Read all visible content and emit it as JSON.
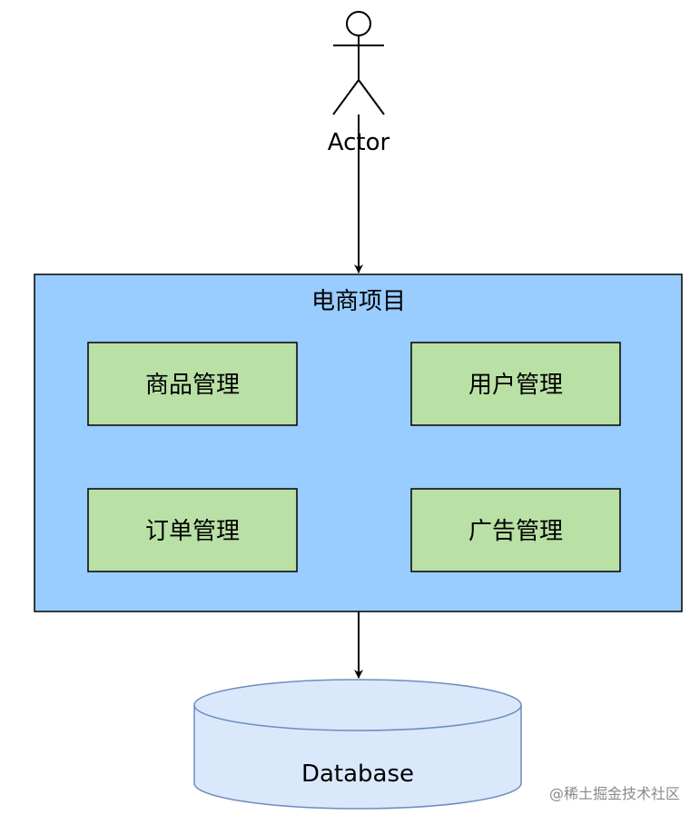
{
  "actor": {
    "label": "Actor"
  },
  "system": {
    "title": "电商项目",
    "modules": [
      {
        "label": "商品管理"
      },
      {
        "label": "用户管理"
      },
      {
        "label": "订单管理"
      },
      {
        "label": "广告管理"
      }
    ]
  },
  "database": {
    "label": "Database"
  },
  "watermark": "@稀土掘金技术社区",
  "colors": {
    "system_fill": "#99CCFF",
    "module_fill": "#B9E0A5",
    "database_fill": "#DAE8FC",
    "stroke": "#000000",
    "database_stroke": "#6C8EBF"
  }
}
